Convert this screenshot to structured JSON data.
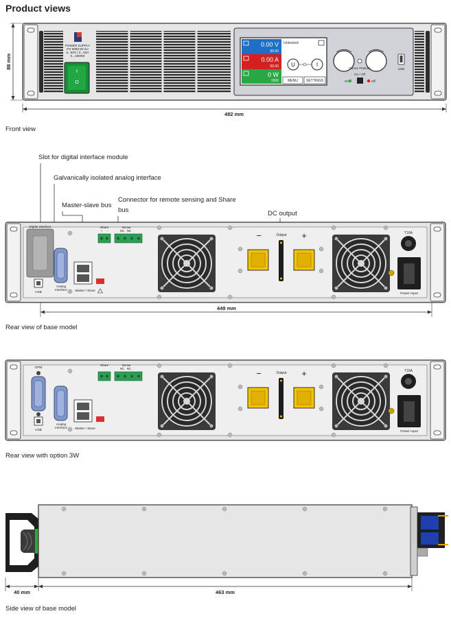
{
  "page_title": "Product views",
  "front": {
    "caption": "Front view",
    "height_dim": "88 mm",
    "width_dim": "482 mm",
    "logo_line1": "POWER SUPPLY",
    "logo_line2": "PS 9080-60 2U",
    "logo_line3": "0...80V / 0...60A",
    "logo_line4": "0...1500W",
    "display": {
      "voltage": "0.00 V",
      "voltage_sub": "00.00",
      "current": "0.00 A",
      "current_sub": "00.00",
      "power": "0 W",
      "power_sub": "1500",
      "status": "Unlocked",
      "menu": "MENU",
      "settings": "SETTINGS",
      "u_symbol": "U",
      "i_symbol": "I"
    },
    "cursor_label": "Cursor Position",
    "onoff_label": "On / Off",
    "on_label": "On",
    "off_label": "Off",
    "usb_label": "USB"
  },
  "rear_base": {
    "caption": "Rear view of base model",
    "width_dim": "449 mm",
    "callouts": {
      "slot": "Slot for digital interface module",
      "analog": "Galvanically isolated analog interface",
      "master": "Master-slave bus",
      "sense_line1": "Connector for remote sensing and Share",
      "sense_line2": "bus",
      "dc": "DC output"
    },
    "digital_interface_label": "Digital Interface",
    "usb_label": "USB",
    "analog_label1": "Analog",
    "analog_label2": "Interface",
    "master_label": "Master / Slave",
    "share_label": "Share",
    "sense_label": "Sense",
    "nc1": "NC",
    "nc2": "NC",
    "plus": "+",
    "minus": "-",
    "output_label": "Output",
    "dc_minus": "−",
    "dc_plus": "+",
    "fuse_label": "T16A",
    "power_input_label": "Power Input"
  },
  "rear_3w": {
    "caption": "Rear view with option 3W",
    "gpib_label": "GPIB",
    "usb_label": "USB",
    "analog_label1": "Analog",
    "analog_label2": "Interface",
    "master_label": "Master / Slave",
    "share_label": "Share",
    "sense_label": "Sense",
    "nc1": "NC",
    "nc2": "NC",
    "output_label": "Output",
    "dc_minus": "−",
    "dc_plus": "+",
    "fuse_label": "T16A",
    "power_input_label": "Power Input"
  },
  "side": {
    "caption": "Side view of base model",
    "left_dim": "40 mm",
    "body_dim": "463 mm"
  },
  "colors": {
    "panel": "#e6e6e6",
    "outline": "#333333",
    "display_blue": "#1e6fc8",
    "display_red": "#d42020",
    "display_green": "#2aa845",
    "switch_green": "#1a9b3c",
    "terminal_green": "#2e9e55",
    "dc_yellow": "#f2c200",
    "connector_blue": "#7f97c9"
  }
}
